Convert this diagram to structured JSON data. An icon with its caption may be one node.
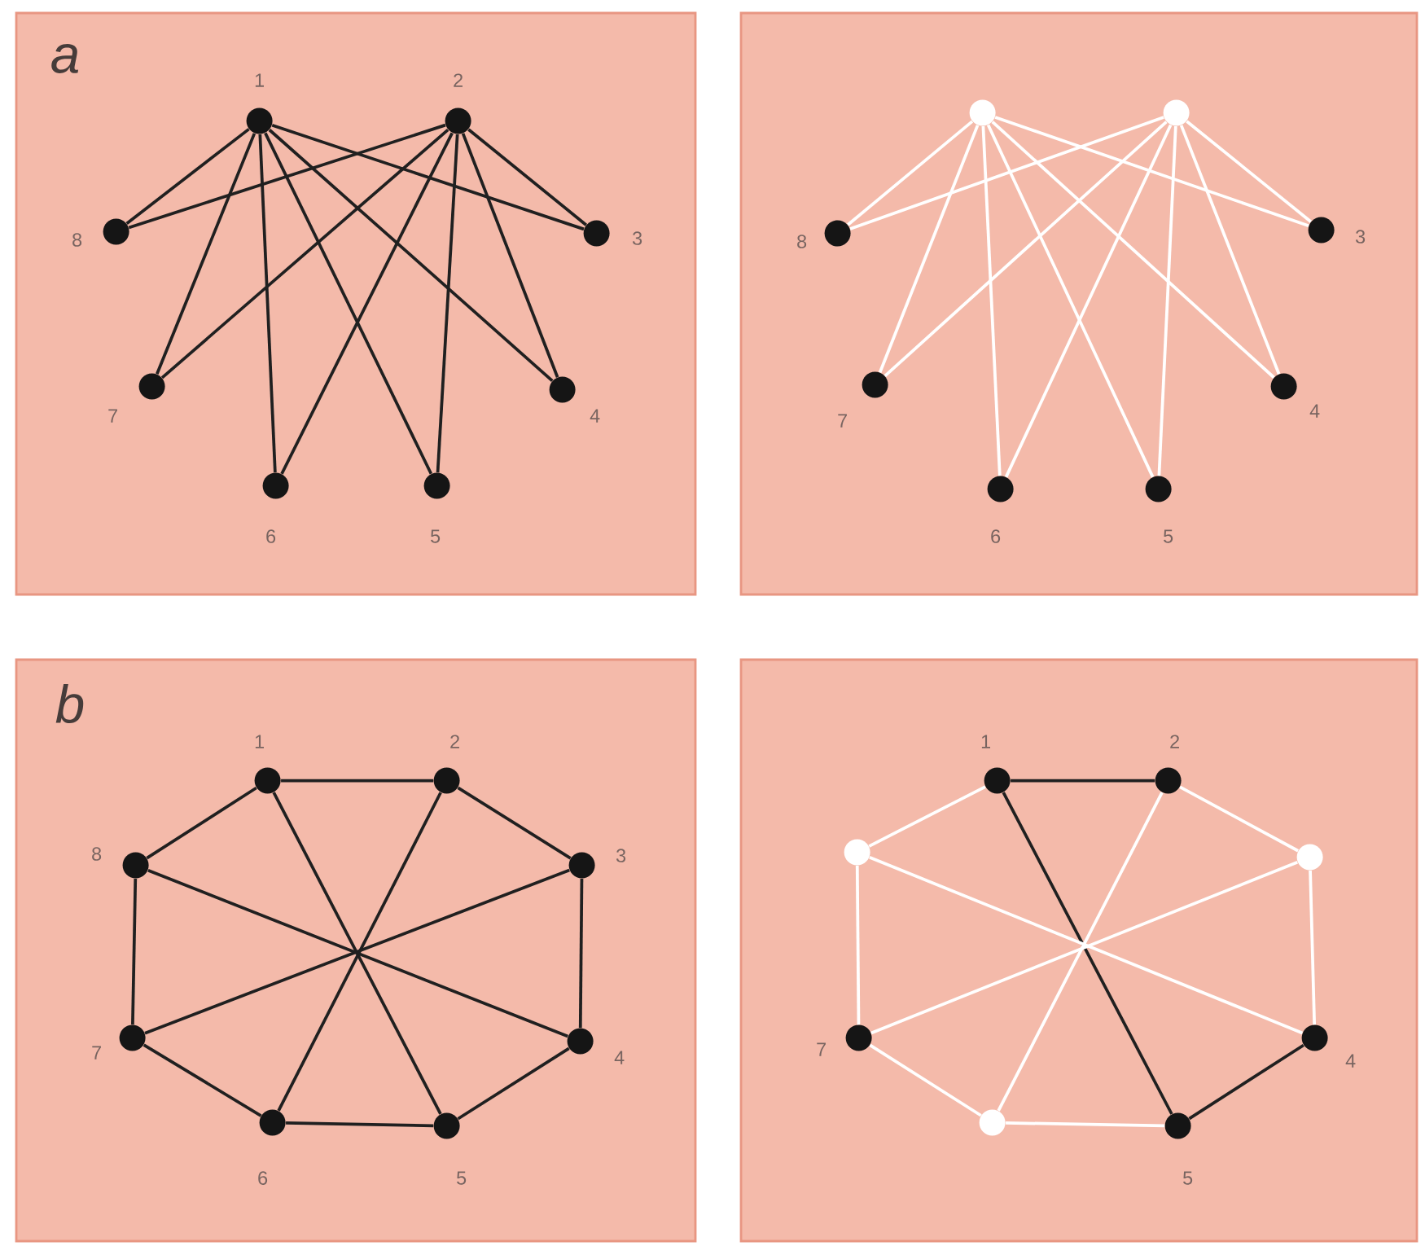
{
  "diagram": {
    "nodes": [
      {
        "text": [
          "a"
        ]
      },
      {
        "text": [],
        "shape": "circle",
        "in": 0,
        "beside": [
          "1"
        ]
      },
      {
        "text": [],
        "shape": "circle",
        "in": 0,
        "beside": [
          "2"
        ]
      },
      {
        "text": [],
        "shape": "circle",
        "in": 0,
        "beside": [
          "3"
        ]
      },
      {
        "text": [],
        "shape": "circle",
        "in": 0,
        "beside": [
          "4"
        ]
      },
      {
        "text": [],
        "shape": "circle",
        "in": 0,
        "beside": [
          "5"
        ]
      },
      {
        "text": [],
        "shape": "circle",
        "in": 0,
        "beside": [
          "6"
        ]
      },
      {
        "text": [],
        "shape": "circle",
        "in": 0,
        "beside": [
          "7"
        ]
      },
      {
        "text": [],
        "shape": "circle",
        "in": 0,
        "beside": [
          "8"
        ]
      },
      {
        "text": [],
        "shape": "box"
      },
      {
        "text": [],
        "shape": "circle",
        "in": 9
      },
      {
        "text": [],
        "shape": "circle",
        "in": 9
      },
      {
        "text": [],
        "shape": "circle",
        "in": 9,
        "beside": [
          "3"
        ]
      },
      {
        "text": [],
        "shape": "circle",
        "in": 9,
        "beside": [
          "4"
        ]
      },
      {
        "text": [],
        "shape": "circle",
        "in": 9,
        "beside": [
          "5"
        ]
      },
      {
        "text": [],
        "shape": "circle",
        "in": 9,
        "beside": [
          "6"
        ]
      },
      {
        "text": [],
        "shape": "circle",
        "in": 9,
        "beside": [
          "7"
        ]
      },
      {
        "text": [],
        "shape": "circle",
        "in": 9,
        "beside": [
          "8"
        ]
      },
      {
        "text": [
          "b"
        ]
      },
      {
        "text": [],
        "shape": "circle",
        "in": 18,
        "beside": [
          "1"
        ]
      },
      {
        "text": [],
        "shape": "circle",
        "in": 18,
        "beside": [
          "2"
        ]
      },
      {
        "text": [],
        "shape": "circle",
        "in": 18,
        "beside": [
          "3"
        ]
      },
      {
        "text": [],
        "shape": "circle",
        "in": 18,
        "beside": [
          "4"
        ]
      },
      {
        "text": [],
        "shape": "circle",
        "in": 18,
        "beside": [
          "5"
        ]
      },
      {
        "text": [],
        "shape": "circle",
        "in": 18,
        "beside": [
          "6"
        ]
      },
      {
        "text": [],
        "shape": "circle",
        "in": 18,
        "beside": [
          "7"
        ]
      },
      {
        "text": [],
        "shape": "circle",
        "in": 18,
        "beside": [
          "8"
        ]
      },
      {
        "text": [],
        "shape": "box"
      },
      {
        "text": [],
        "shape": "circle",
        "in": 27,
        "beside": [
          "1"
        ]
      },
      {
        "text": [],
        "shape": "circle",
        "in": 27,
        "beside": [
          "2"
        ]
      },
      {
        "text": [],
        "shape": "circle",
        "in": 27
      },
      {
        "text": [],
        "shape": "circle",
        "in": 27,
        "beside": [
          "4"
        ]
      },
      {
        "text": [],
        "shape": "circle",
        "in": 27,
        "beside": [
          "5"
        ]
      },
      {
        "text": [],
        "shape": "circle",
        "in": 27
      },
      {
        "text": [],
        "shape": "circle",
        "in": 27,
        "beside": [
          "7"
        ]
      },
      {
        "text": [],
        "shape": "circle",
        "in": 27
      }
    ],
    "edges": [
      {
        "from": 1,
        "to": 8,
        "arrow": "none"
      },
      {
        "from": 1,
        "to": 3,
        "arrow": "none"
      },
      {
        "from": 1,
        "to": 4,
        "arrow": "none"
      },
      {
        "from": 1,
        "to": 5,
        "arrow": "none"
      },
      {
        "from": 1,
        "to": 6,
        "arrow": "none"
      },
      {
        "from": 1,
        "to": 7,
        "arrow": "none"
      },
      {
        "from": 2,
        "to": 8,
        "arrow": "none"
      },
      {
        "from": 2,
        "to": 3,
        "arrow": "none"
      },
      {
        "from": 2,
        "to": 4,
        "arrow": "none"
      },
      {
        "from": 2,
        "to": 5,
        "arrow": "none"
      },
      {
        "from": 2,
        "to": 6,
        "arrow": "none"
      },
      {
        "from": 2,
        "to": 7,
        "arrow": "none"
      },
      {
        "from": 10,
        "to": 17,
        "arrow": "none",
        "color": "#ffffff"
      },
      {
        "from": 10,
        "to": 12,
        "arrow": "none",
        "color": "#ffffff"
      },
      {
        "from": 10,
        "to": 13,
        "arrow": "none",
        "color": "#ffffff"
      },
      {
        "from": 10,
        "to": 14,
        "arrow": "none",
        "color": "#ffffff"
      },
      {
        "from": 10,
        "to": 15,
        "arrow": "none",
        "color": "#ffffff"
      },
      {
        "from": 10,
        "to": 16,
        "arrow": "none",
        "color": "#ffffff"
      },
      {
        "from": 11,
        "to": 17,
        "arrow": "none",
        "color": "#ffffff"
      },
      {
        "from": 11,
        "to": 12,
        "arrow": "none",
        "color": "#ffffff"
      },
      {
        "from": 11,
        "to": 13,
        "arrow": "none",
        "color": "#ffffff"
      },
      {
        "from": 11,
        "to": 14,
        "arrow": "none",
        "color": "#ffffff"
      },
      {
        "from": 11,
        "to": 15,
        "arrow": "none",
        "color": "#ffffff"
      },
      {
        "from": 11,
        "to": 16,
        "arrow": "none",
        "color": "#ffffff"
      },
      {
        "from": 19,
        "to": 20,
        "arrow": "none"
      },
      {
        "from": 20,
        "to": 21,
        "arrow": "none"
      },
      {
        "from": 21,
        "to": 22,
        "arrow": "none"
      },
      {
        "from": 22,
        "to": 23,
        "arrow": "none"
      },
      {
        "from": 23,
        "to": 24,
        "arrow": "none"
      },
      {
        "from": 24,
        "to": 25,
        "arrow": "none"
      },
      {
        "from": 25,
        "to": 26,
        "arrow": "none"
      },
      {
        "from": 26,
        "to": 19,
        "arrow": "none"
      },
      {
        "from": 19,
        "to": 23,
        "arrow": "none"
      },
      {
        "from": 20,
        "to": 24,
        "arrow": "none"
      },
      {
        "from": 21,
        "to": 25,
        "arrow": "none"
      },
      {
        "from": 22,
        "to": 26,
        "arrow": "none"
      },
      {
        "from": 28,
        "to": 29,
        "arrow": "none"
      },
      {
        "from": 29,
        "to": 30,
        "arrow": "none",
        "color": "#ffffff"
      },
      {
        "from": 30,
        "to": 31,
        "arrow": "none",
        "color": "#ffffff"
      },
      {
        "from": 31,
        "to": 32,
        "arrow": "none"
      },
      {
        "from": 32,
        "to": 33,
        "arrow": "none",
        "color": "#ffffff"
      },
      {
        "from": 33,
        "to": 34,
        "arrow": "none",
        "color": "#ffffff"
      },
      {
        "from": 34,
        "to": 35,
        "arrow": "none",
        "color": "#ffffff"
      },
      {
        "from": 35,
        "to": 28,
        "arrow": "none",
        "color": "#ffffff"
      },
      {
        "from": 28,
        "to": 32,
        "arrow": "none"
      },
      {
        "from": 29,
        "to": 33,
        "arrow": "none",
        "color": "#ffffff"
      },
      {
        "from": 30,
        "to": 34,
        "arrow": "none",
        "color": "#ffffff"
      },
      {
        "from": 31,
        "to": 35,
        "arrow": "none",
        "color": "#ffffff"
      }
    ]
  }
}
